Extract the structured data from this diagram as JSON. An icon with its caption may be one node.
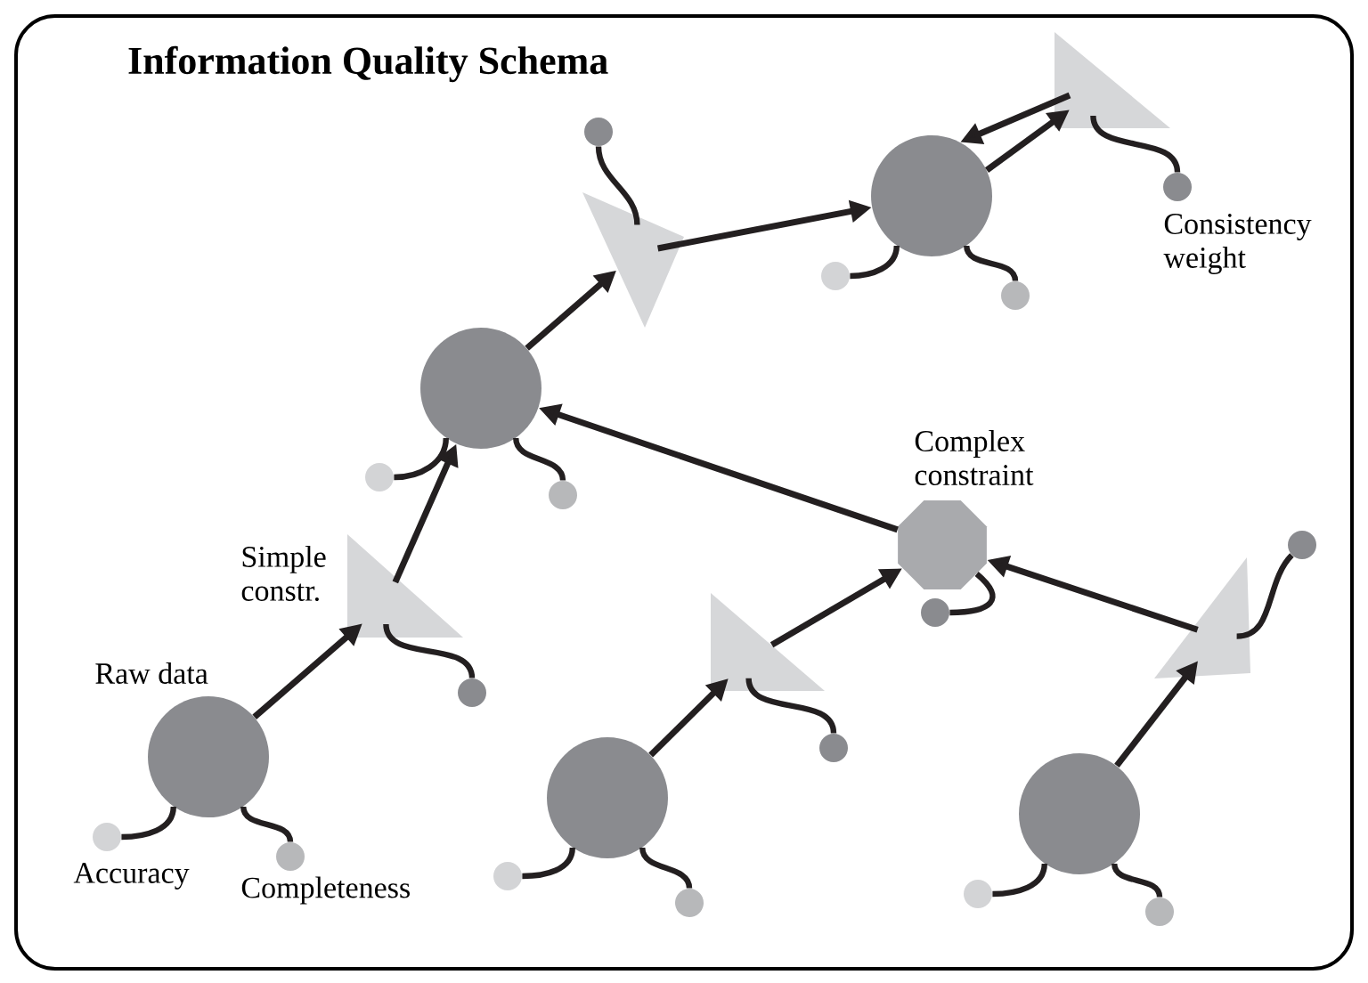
{
  "diagram": {
    "title": "Information Quality Schema",
    "nodes": [
      {
        "text": [],
        "shape": "circle",
        "beside": [
          "Raw data"
        ]
      },
      {
        "text": [],
        "shape": "circle",
        "beside": [
          "Accuracy"
        ]
      },
      {
        "text": [],
        "shape": "circle",
        "beside": [
          "Completeness"
        ]
      },
      {
        "text": [],
        "shape": "triangle",
        "beside": [
          "Simple constr."
        ]
      },
      {
        "text": [],
        "shape": "circle"
      },
      {
        "text": [],
        "shape": "circle"
      },
      {
        "text": [],
        "shape": "circle"
      },
      {
        "text": [],
        "shape": "circle"
      },
      {
        "text": [],
        "shape": "triangle"
      },
      {
        "text": [],
        "shape": "circle"
      },
      {
        "text": [],
        "shape": "circle"
      },
      {
        "text": [],
        "shape": "circle"
      },
      {
        "text": [],
        "shape": "circle"
      },
      {
        "text": [],
        "shape": "triangle"
      },
      {
        "text": [],
        "shape": "circle",
        "beside": [
          "Consistency weight"
        ]
      },
      {
        "text": [],
        "shape": "octagon",
        "beside": [
          "Complex constraint"
        ]
      },
      {
        "text": [],
        "shape": "circle"
      },
      {
        "text": [],
        "shape": "circle"
      },
      {
        "text": [],
        "shape": "circle"
      },
      {
        "text": [],
        "shape": "circle"
      },
      {
        "text": [],
        "shape": "triangle"
      },
      {
        "text": [],
        "shape": "circle"
      },
      {
        "text": [],
        "shape": "circle"
      },
      {
        "text": [],
        "shape": "circle"
      },
      {
        "text": [],
        "shape": "circle"
      },
      {
        "text": [],
        "shape": "triangle"
      },
      {
        "text": [],
        "shape": "circle"
      }
    ],
    "edges": [
      {
        "from": 0,
        "to": 3,
        "arrow": "to"
      },
      {
        "from": 3,
        "to": 5,
        "arrow": "to"
      },
      {
        "from": 5,
        "to": 8,
        "arrow": "to"
      },
      {
        "from": 8,
        "to": 10,
        "arrow": "to"
      },
      {
        "from": 10,
        "to": 13,
        "arrow": "to"
      },
      {
        "from": 13,
        "to": 10,
        "arrow": "to"
      },
      {
        "from": 15,
        "to": 5,
        "arrow": "to"
      },
      {
        "from": 17,
        "to": 20,
        "arrow": "to"
      },
      {
        "from": 20,
        "to": 15,
        "arrow": "to"
      },
      {
        "from": 22,
        "to": 25,
        "arrow": "to"
      },
      {
        "from": 25,
        "to": 15,
        "arrow": "to"
      },
      {
        "from": 0,
        "to": 1,
        "arrow": "none"
      },
      {
        "from": 0,
        "to": 2,
        "arrow": "none"
      },
      {
        "from": 3,
        "to": 4,
        "arrow": "none"
      },
      {
        "from": 5,
        "to": 6,
        "arrow": "none"
      },
      {
        "from": 5,
        "to": 7,
        "arrow": "none"
      },
      {
        "from": 8,
        "to": 9,
        "arrow": "none"
      },
      {
        "from": 10,
        "to": 11,
        "arrow": "none"
      },
      {
        "from": 10,
        "to": 12,
        "arrow": "none"
      },
      {
        "from": 13,
        "to": 14,
        "arrow": "none"
      },
      {
        "from": 15,
        "to": 16,
        "arrow": "none"
      },
      {
        "from": 17,
        "to": 18,
        "arrow": "none"
      },
      {
        "from": 17,
        "to": 19,
        "arrow": "none"
      },
      {
        "from": 20,
        "to": 21,
        "arrow": "none"
      },
      {
        "from": 22,
        "to": 23,
        "arrow": "none"
      },
      {
        "from": 22,
        "to": 24,
        "arrow": "none"
      },
      {
        "from": 25,
        "to": 26,
        "arrow": "none"
      }
    ]
  }
}
